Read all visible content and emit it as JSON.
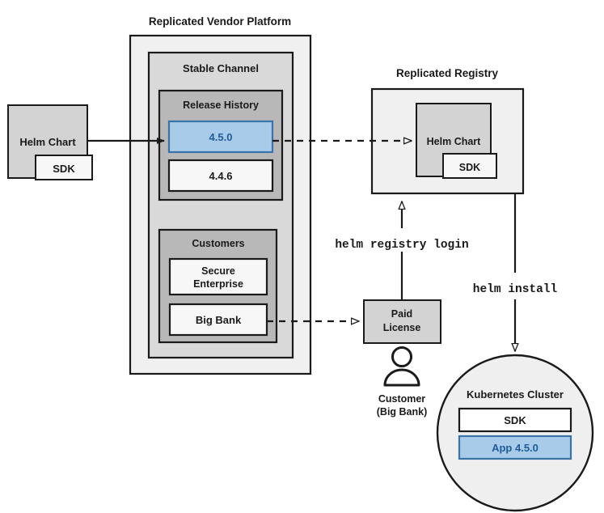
{
  "diagram": {
    "title_vendor_platform": "Replicated Vendor Platform",
    "title_registry": "Replicated Registry",
    "source_chart": {
      "label": "Helm Chart",
      "sdk_label": "SDK"
    },
    "stable_channel": {
      "label": "Stable Channel",
      "release_history": {
        "label": "Release History",
        "releases": [
          {
            "version": "4.5.0",
            "highlighted": true
          },
          {
            "version": "4.4.6",
            "highlighted": false
          }
        ]
      },
      "customers": {
        "label": "Customers",
        "items": [
          {
            "name": "Secure Enterprise",
            "line1": "Secure",
            "line2": "Enterprise"
          },
          {
            "name": "Big Bank",
            "line1": "Big Bank",
            "line2": ""
          }
        ]
      }
    },
    "registry": {
      "chart_label": "Helm Chart",
      "sdk_label": "SDK"
    },
    "paid_license": {
      "line1": "Paid",
      "line2": "License"
    },
    "customer_actor": {
      "line1": "Customer",
      "line2": "(Big Bank)"
    },
    "commands": {
      "registry_login": "helm registry login",
      "install": "helm install"
    },
    "cluster": {
      "label": "Kubernetes Cluster",
      "items": [
        {
          "label": "SDK",
          "highlighted": false
        },
        {
          "label": "App 4.5.0",
          "highlighted": true
        }
      ]
    },
    "colors": {
      "outer_container": "#f0f0f0",
      "channel_container": "#d9d9d9",
      "group_container": "#b8b8b8",
      "chart_fill": "#d3d3d3",
      "white_box": "#f7f7f7",
      "highlight_fill": "#a7cbe8",
      "highlight_stroke": "#3a73a8",
      "highlight_text": "#1f5c99",
      "stroke": "#1a1a1a"
    }
  }
}
